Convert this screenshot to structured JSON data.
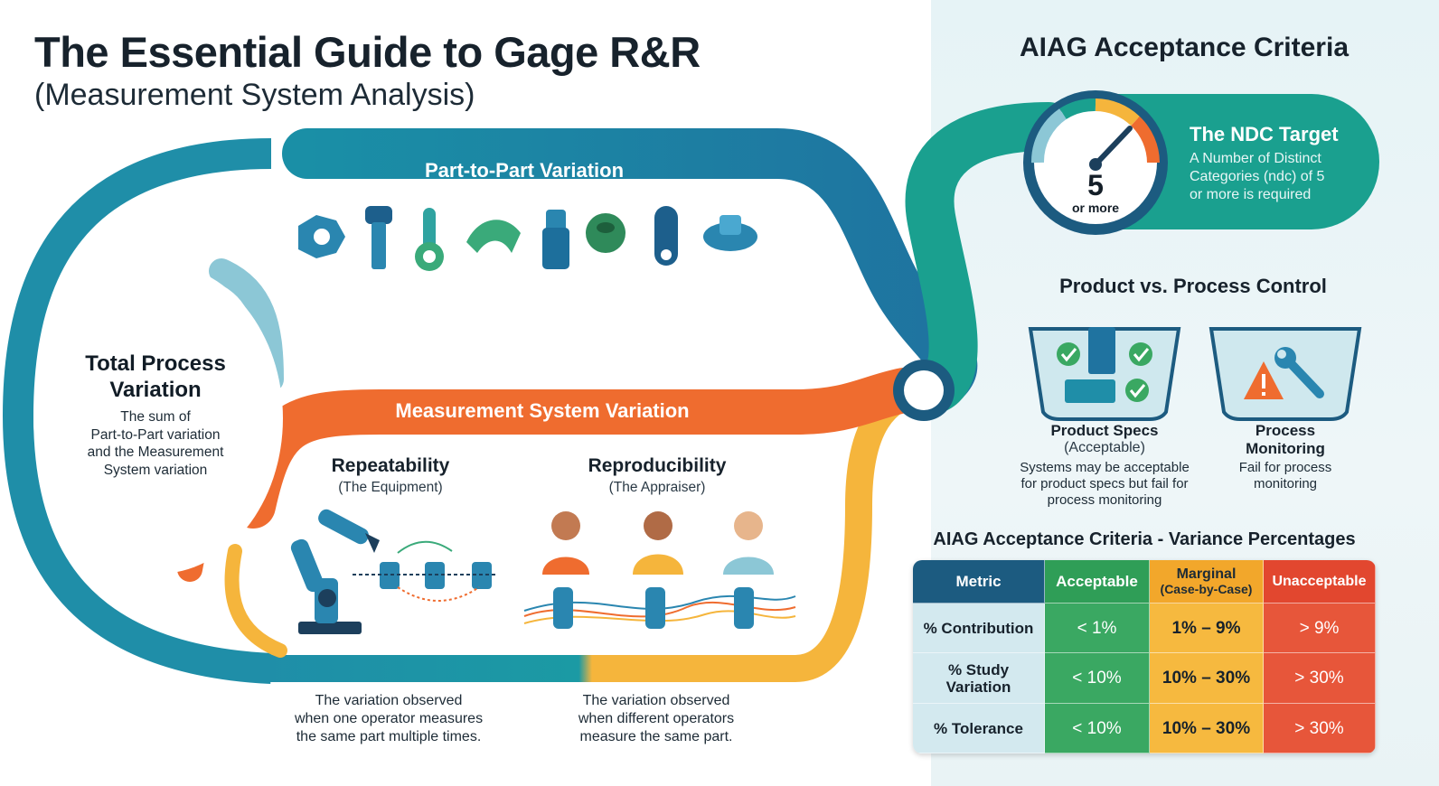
{
  "header": {
    "title": "The Essential Guide to Gage R&R",
    "subtitle": "(Measurement System Analysis)"
  },
  "flow": {
    "part_to_part_label": "Part-to-Part Variation",
    "measurement_system_label": "Measurement System Variation",
    "total": {
      "title_line1": "Total Process",
      "title_line2": "Variation",
      "desc_lines": [
        "The sum of",
        "Part-to-Part variation",
        "and the Measurement",
        "System variation"
      ]
    },
    "repeatability": {
      "title": "Repeatability",
      "note": "(The Equipment)",
      "desc_lines": [
        "The variation observed",
        "when one operator measures",
        "the same part multiple times."
      ]
    },
    "reproducibility": {
      "title": "Reproducibility",
      "note": "(The Appraiser)",
      "desc_lines": [
        "The variation observed",
        "when different operators",
        "measure the same part."
      ]
    }
  },
  "criteria": {
    "title": "AIAG Acceptance Criteria",
    "ndc": {
      "title": "The NDC Target",
      "desc_lines": [
        "A Number of Distinct",
        "Categories (ndc) of 5",
        "or more is required"
      ],
      "gauge_value": "5",
      "gauge_label": "or more"
    },
    "product_vs_process": {
      "title": "Product vs. Process Control",
      "product": {
        "title": "Product Specs",
        "subtitle": "(Acceptable)",
        "desc_lines": [
          "Systems may be acceptable",
          "for product specs but fail for",
          "process monitoring"
        ]
      },
      "process": {
        "title_line1": "Process",
        "title_line2": "Monitoring",
        "desc_lines": [
          "Fail for process",
          "monitoring"
        ]
      }
    },
    "table": {
      "title": "AIAG Acceptance Criteria - Variance Percentages",
      "headers": {
        "metric": "Metric",
        "acceptable": "Acceptable",
        "marginal_line1": "Marginal",
        "marginal_line2": "(Case-by-Case)",
        "unacceptable": "Unacceptable"
      },
      "rows": [
        {
          "metric": "% Contribution",
          "acceptable": "< 1%",
          "marginal": "1% – 9%",
          "unacceptable": "> 9%"
        },
        {
          "metric_line1": "% Study",
          "metric_line2": "Variation",
          "acceptable": "< 10%",
          "marginal": "10% – 30%",
          "unacceptable": "> 30%"
        },
        {
          "metric": "% Tolerance",
          "acceptable": "< 10%",
          "marginal": "10% – 30%",
          "unacceptable": "> 30%"
        }
      ]
    }
  },
  "colors": {
    "teal": "#1f8ea8",
    "green_teal": "#1aa08f",
    "orange": "#ef6c2f",
    "yellow": "#f5b53c",
    "acceptable": "#3aa862",
    "marginal": "#f6b93f",
    "unacceptable": "#e7563a",
    "dark_blue": "#1c5b80"
  },
  "icons": [
    "gauge-icon",
    "checkmark-icon",
    "warning-icon",
    "wrench-icon",
    "robot-arm-icon",
    "operator-icon",
    "part-icon"
  ]
}
